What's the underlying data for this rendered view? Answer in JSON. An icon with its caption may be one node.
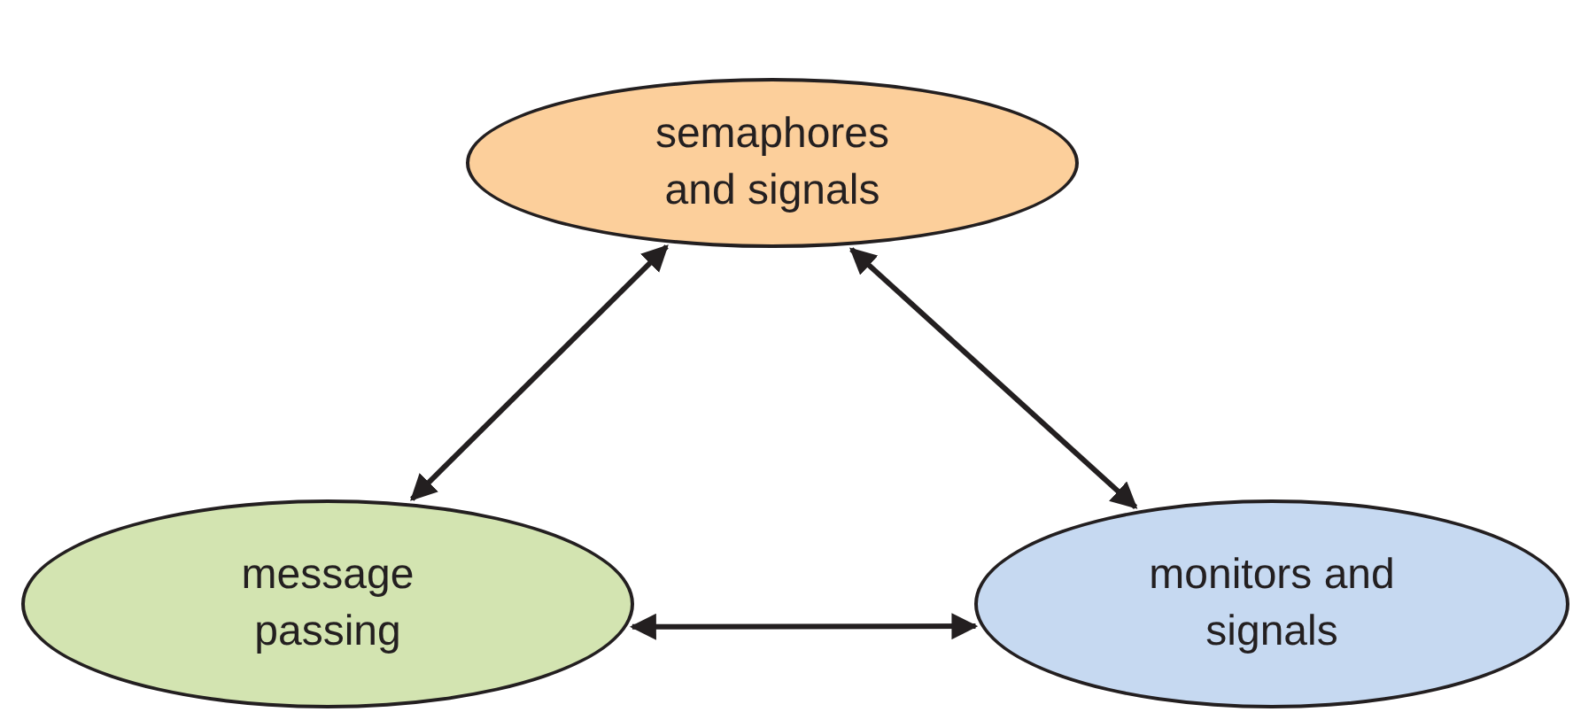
{
  "diagram": {
    "nodes": [
      {
        "text": [
          "semaphores and signals"
        ]
      },
      {
        "text": [
          "message passing"
        ]
      },
      {
        "text": [
          "monitors and signals"
        ]
      }
    ],
    "edges": [
      {
        "from": 0,
        "to": 1,
        "arrow": "both"
      },
      {
        "from": 0,
        "to": 2,
        "arrow": "both"
      },
      {
        "from": 1,
        "to": 2,
        "arrow": "both"
      }
    ]
  }
}
